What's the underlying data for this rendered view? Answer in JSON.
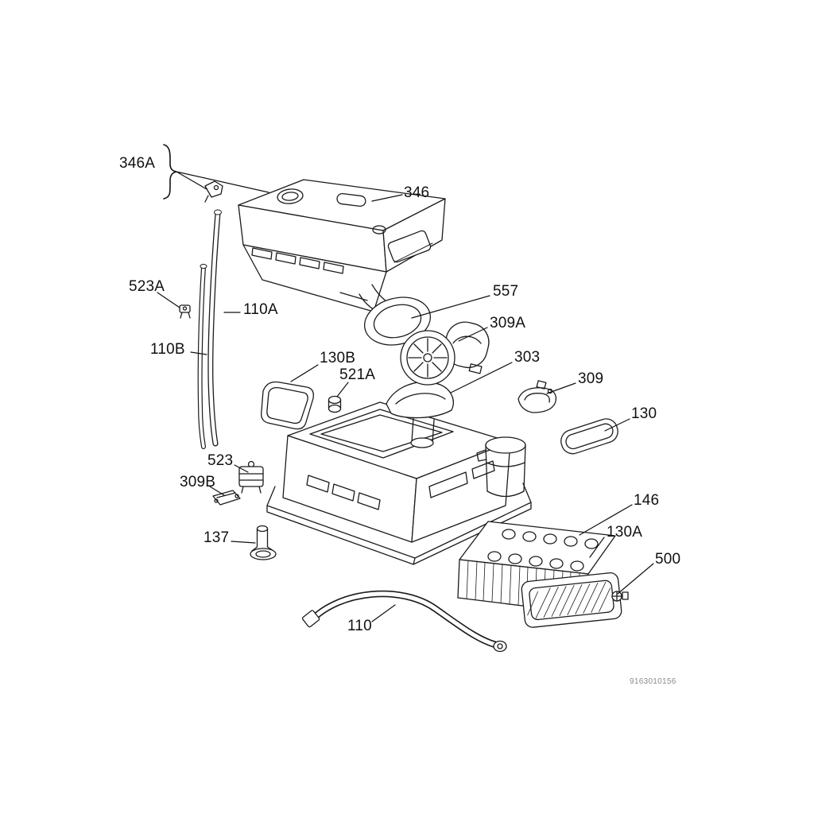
{
  "diagram": {
    "background_color": "#ffffff",
    "line_color": "#1b1b1b",
    "doc_number": "9163010156",
    "labels": [
      {
        "text": "346A"
      },
      {
        "text": "346"
      },
      {
        "text": "523A"
      },
      {
        "text": "110A"
      },
      {
        "text": "110B"
      },
      {
        "text": "557"
      },
      {
        "text": "309A"
      },
      {
        "text": "303"
      },
      {
        "text": "309"
      },
      {
        "text": "130"
      },
      {
        "text": "130B"
      },
      {
        "text": "521A"
      },
      {
        "text": "523"
      },
      {
        "text": "309B"
      },
      {
        "text": "137"
      },
      {
        "text": "146"
      },
      {
        "text": "130A"
      },
      {
        "text": "500"
      },
      {
        "text": "110"
      }
    ]
  }
}
